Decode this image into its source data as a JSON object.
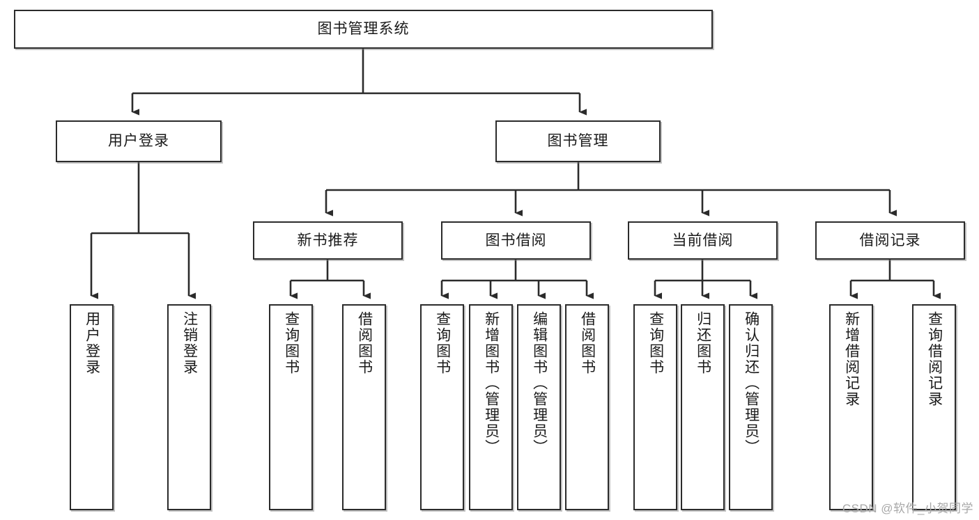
{
  "diagram": {
    "title": "图书管理系统",
    "watermark": "CSDN @软件_小贺同学",
    "colors": {
      "box_border": "#2b2b2b",
      "box_fill": "#ffffff",
      "connector": "#2b2b2b",
      "text": "#1a1a1a",
      "watermark": "#a8a8a8",
      "background": "#ffffff"
    },
    "root": {
      "label": "图书管理系统"
    },
    "level1": [
      {
        "label": "用户登录"
      },
      {
        "label": "图书管理"
      }
    ],
    "level2": [
      {
        "label": "新书推荐"
      },
      {
        "label": "图书借阅"
      },
      {
        "label": "当前借阅"
      },
      {
        "label": "借阅记录"
      }
    ],
    "leaves": {
      "user_login": [
        {
          "label": "用户登录"
        },
        {
          "label": "注销登录"
        }
      ],
      "new_book_recommend": [
        {
          "label": "查询图书"
        },
        {
          "label": "借阅图书"
        }
      ],
      "book_borrow": [
        {
          "label": "查询图书"
        },
        {
          "label": "新增图书（管理员）"
        },
        {
          "label": "编辑图书（管理员）"
        },
        {
          "label": "借阅图书"
        }
      ],
      "current_borrow": [
        {
          "label": "查询图书"
        },
        {
          "label": "归还图书"
        },
        {
          "label": "确认归还（管理员）"
        }
      ],
      "borrow_record": [
        {
          "label": "新增借阅记录"
        },
        {
          "label": "查询借阅记录"
        }
      ]
    }
  }
}
